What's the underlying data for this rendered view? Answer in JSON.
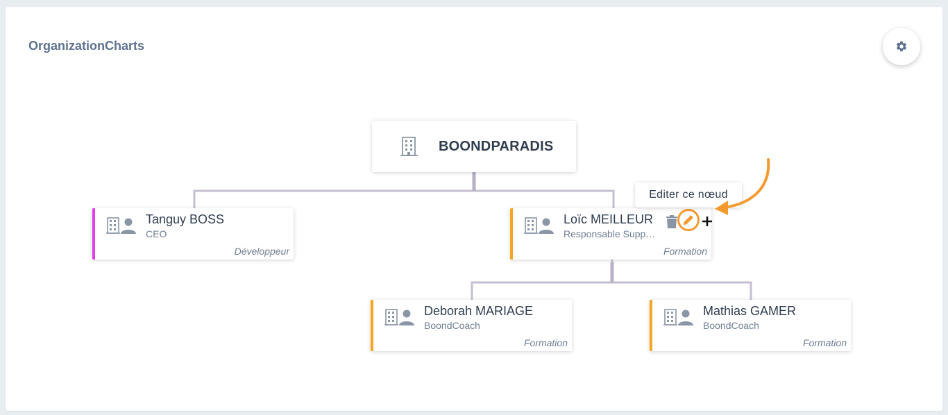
{
  "page": {
    "title": "OrganizationCharts"
  },
  "settings": {
    "icon": "gear-icon"
  },
  "root": {
    "label": "BOONDPARADIS",
    "icon": "building-icon"
  },
  "nodes": [
    {
      "name": "Tanguy BOSS",
      "role": "CEO",
      "department": "Développeur",
      "accent": "#e040e6"
    },
    {
      "name": "Loïc MEILLEUR",
      "role": "Responsable Support",
      "department": "Formation",
      "accent": "#f5a623"
    },
    {
      "name": "Deborah MARIAGE",
      "role": "BoondCoach",
      "department": "Formation",
      "accent": "#f5a623"
    },
    {
      "name": "Mathias GAMER",
      "role": "BoondCoach",
      "department": "Formation",
      "accent": "#f5a623"
    }
  ],
  "tooltip": {
    "text": "Editer ce nœud"
  },
  "actions": {
    "delete_icon": "trash-icon",
    "edit_icon": "pencil-icon",
    "add_icon": "plus-icon"
  },
  "colors": {
    "title": "#5d7290",
    "text": "#2f3d4f",
    "muted": "#6f7e92",
    "connector": "#c5bfd0",
    "highlight": "#f39a2f",
    "icon": "#8a95a5"
  }
}
